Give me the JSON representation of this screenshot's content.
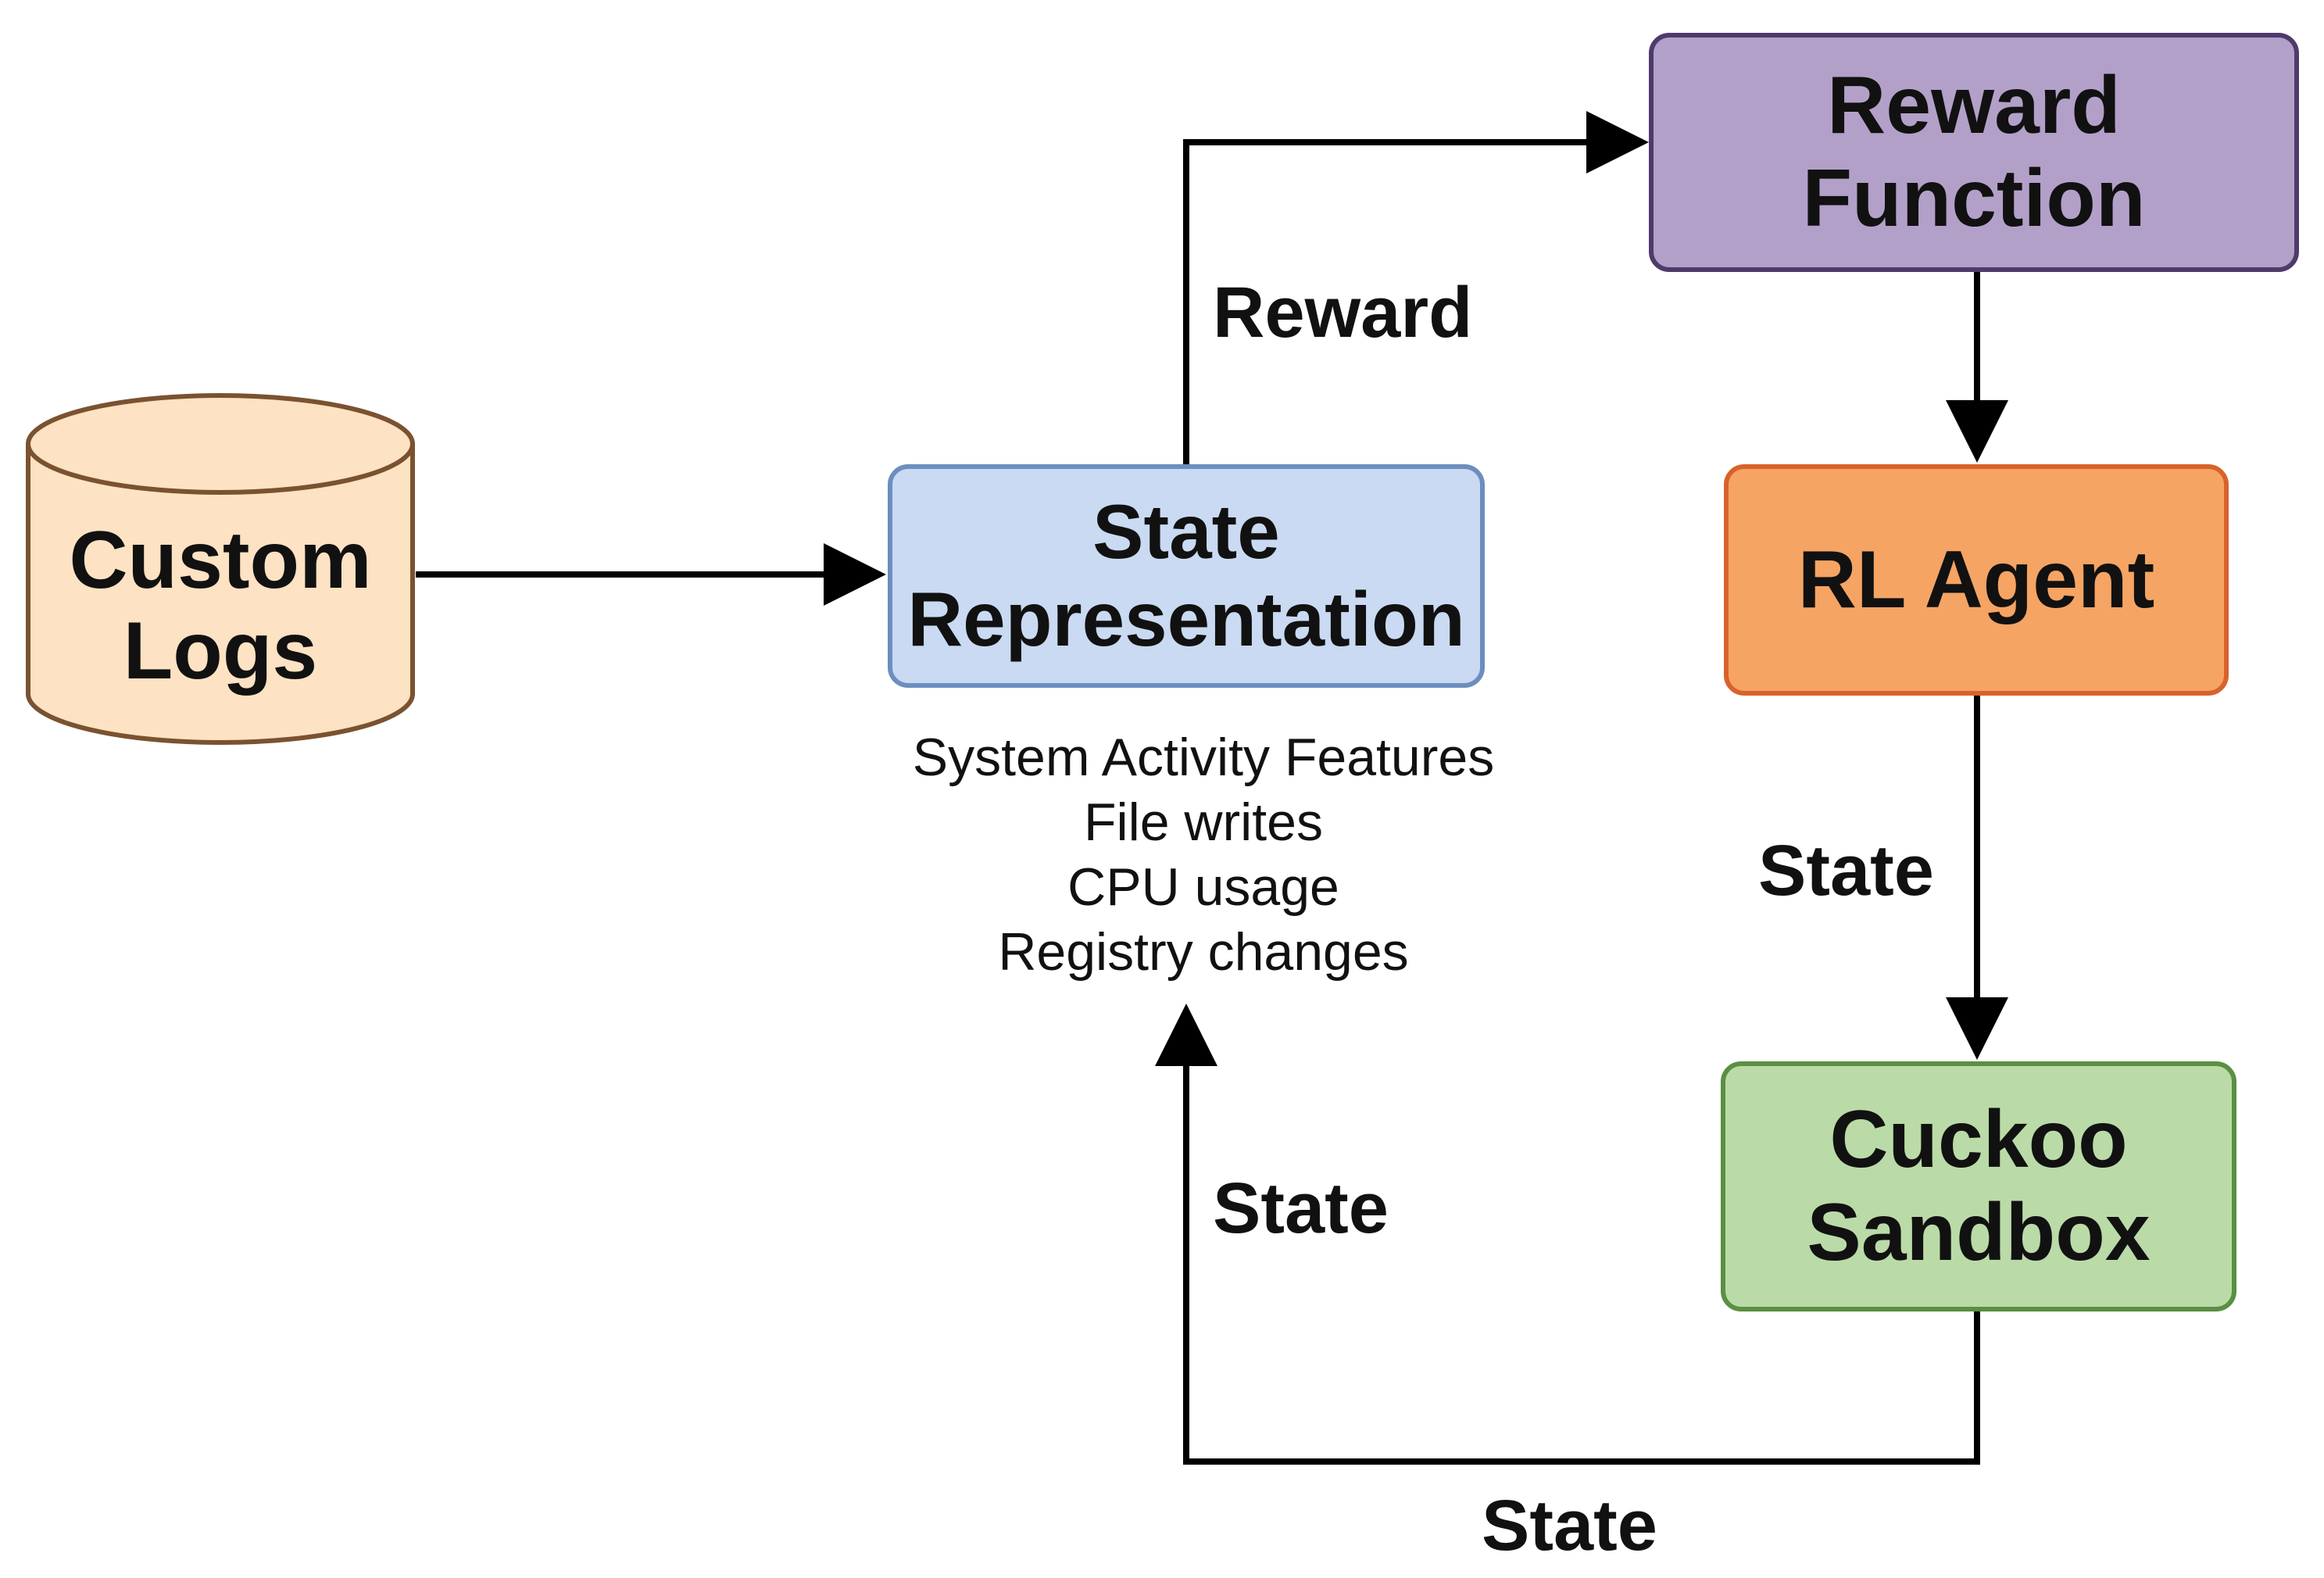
{
  "nodes": {
    "custom_logs": {
      "line1": "Custom",
      "line2": "Logs"
    },
    "state_representation": {
      "line1": "State",
      "line2": "Representation"
    },
    "reward_function": {
      "line1": "Reward",
      "line2": "Function"
    },
    "rl_agent": {
      "label": "RL Agent"
    },
    "cuckoo_sandbox": {
      "line1": "Cuckoo",
      "line2": "Sandbox"
    }
  },
  "features": {
    "heading": "System Activity Features",
    "items": [
      "File writes",
      "CPU usage",
      "Registry changes"
    ]
  },
  "edge_labels": {
    "reward": "Reward",
    "state_right": "State",
    "state_left": "State",
    "state_bottom": "State"
  },
  "colors": {
    "custom_logs_fill": "#fde2c3",
    "custom_logs_stroke": "#7a5230",
    "state_representation_fill": "#c9daf2",
    "state_representation_stroke": "#6c8ebf",
    "reward_function_fill": "#b3a0c9",
    "reward_function_stroke": "#4f3b6b",
    "rl_agent_fill": "#f5a464",
    "rl_agent_stroke": "#d9622b",
    "cuckoo_sandbox_fill": "#badba7",
    "cuckoo_sandbox_stroke": "#5a8f44",
    "arrow": "#000000"
  }
}
